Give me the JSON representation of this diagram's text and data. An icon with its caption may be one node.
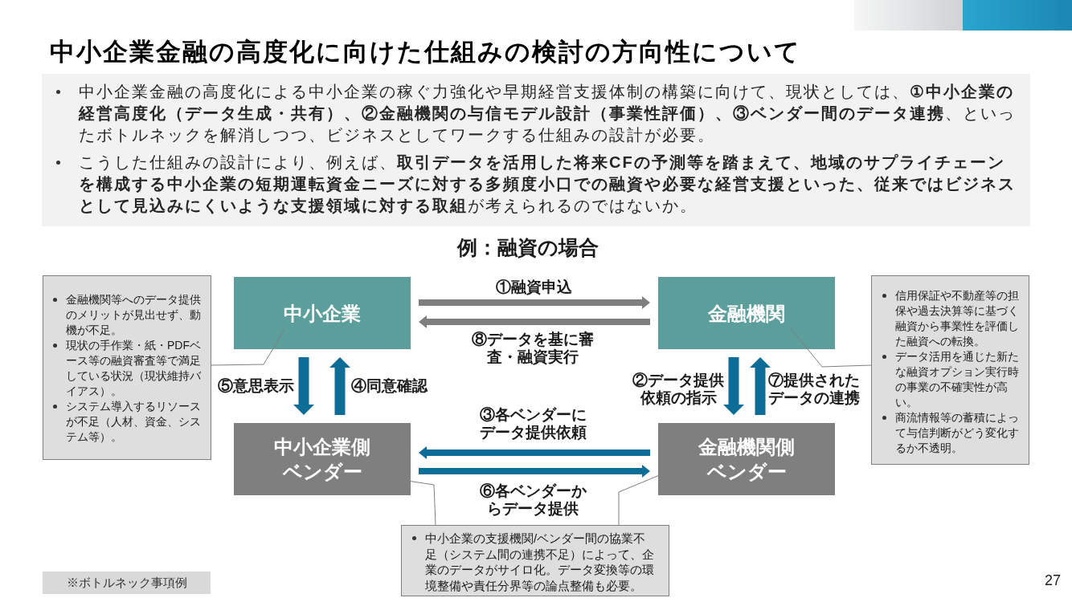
{
  "diagram": {
    "title": "中小企業金融の高度化に向けた仕組みの検討の方向性について",
    "nodes": [
      {
        "text": [
          "中小企業金融の高度化による中小企業の稼ぐ力強化や早期経営支援体制の構築に向けて、現状としては、**①中小企業の経営高度化（データ生成・共有）、②金融機関の与信モデル設計（事業性評価）、③ベンダー間のデータ連携**、といったボトルネックを解消しつつ、ビジネスとしてワークする仕組みの設計が必要。",
          "こうした仕組みの設計により、例えば、**取引データを活用した将来CFの予測等を踏まえて、地域のサプライチェーンを構成する中小企業の短期運転資金ニーズに対する多頻度小口での融資や必要な経営支援といった、従来ではビジネスとして見込みにくいような支援領域に対する取組**が考えられるのではないか。"
        ]
      },
      {
        "text": [
          "金融機関等へのデータ提供のメリットが見出せず、動機が不足。",
          "現状の手作業・紙・PDFベース等の融資審査等で満足している状況（現状維持バイアス）。",
          "システム導入するリソースが不足（人材、資金、システム等）。"
        ]
      },
      {
        "text": [
          "中小企業"
        ]
      },
      {
        "text": [
          "金融機関"
        ]
      },
      {
        "text": [
          "信用保証や不動産等の担保や過去決算等に基づく融資から事業性を評価した融資への転換。",
          "データ活用を通じた新たな融資オプション実行時の事業の不確実性が高い。",
          "商流情報等の蓄積によって与信判断がどう変化するか不透明。"
        ]
      },
      {
        "text": [
          "中小企業側ベンダー"
        ]
      },
      {
        "text": [
          "金融機関側ベンダー"
        ]
      },
      {
        "text": [
          "中小企業の支援機関/ベンダー間の協業不足（システム間の連携不足）によって、企業のデータがサイロ化。データ変換等の環境整備や責任分界等の論点整備も必要。"
        ]
      },
      {
        "text": [
          "※ボトルネック事項例"
        ]
      }
    ],
    "edges": [
      {
        "from": 2,
        "to": 3,
        "arrow": "to",
        "label": "①融資申込",
        "color": "#7f7f7f"
      },
      {
        "from": 3,
        "to": 6,
        "arrow": "to",
        "label": "②データ提供依頼の指示",
        "color": "#0e6d96"
      },
      {
        "from": 6,
        "to": 5,
        "arrow": "to",
        "label": "③各ベンダーにデータ提供依頼",
        "color": "#0e6d96"
      },
      {
        "from": 5,
        "to": 2,
        "arrow": "to",
        "label": "④同意確認",
        "color": "#0e6d96"
      },
      {
        "from": 2,
        "to": 5,
        "arrow": "to",
        "label": "⑤意思表示",
        "color": "#0e6d96"
      },
      {
        "from": 5,
        "to": 6,
        "arrow": "to",
        "label": "⑥各ベンダーからデータ提供",
        "color": "#0e6d96"
      },
      {
        "from": 6,
        "to": 3,
        "arrow": "to",
        "label": "⑦提供されたデータの連携",
        "color": "#0e6d96"
      },
      {
        "from": 3,
        "to": 2,
        "arrow": "to",
        "label": "⑧データを基に審査・融資実行",
        "color": "#7f7f7f"
      },
      {
        "from": 1,
        "to": 2,
        "arrow": "none",
        "color": "#7f7f7f"
      },
      {
        "from": 4,
        "to": 3,
        "arrow": "none",
        "color": "#7f7f7f"
      },
      {
        "from": 7,
        "to": 5,
        "arrow": "none",
        "color": "#7f7f7f"
      },
      {
        "from": 7,
        "to": 6,
        "arrow": "none",
        "color": "#7f7f7f"
      }
    ],
    "labels": [
      "例：融資の場合",
      "27"
    ]
  }
}
